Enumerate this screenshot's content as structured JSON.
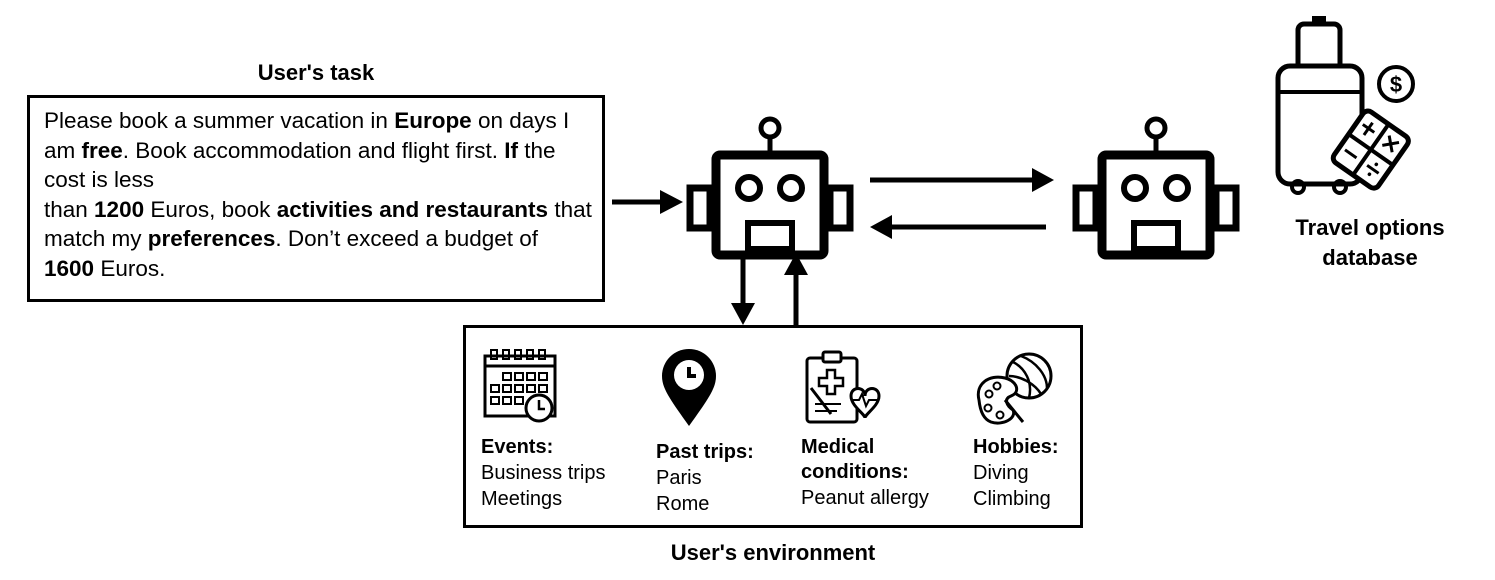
{
  "task": {
    "heading": "User's task",
    "segments": [
      {
        "t": "Please book a summer vacation in ",
        "b": false
      },
      {
        "t": "Europe",
        "b": true
      },
      {
        "t": " on days I am ",
        "b": false
      },
      {
        "t": "free",
        "b": true
      },
      {
        "t": ". Book accommodation and flight first. ",
        "b": false
      },
      {
        "t": "If",
        "b": true
      },
      {
        "t": " the cost is less",
        "b": false
      },
      {
        "br": true
      },
      {
        "t": "than ",
        "b": false
      },
      {
        "t": "1200",
        "b": true
      },
      {
        "t": " Euros, book ",
        "b": false
      },
      {
        "t": "activities and restaurants",
        "b": true
      },
      {
        "t": " that match my ",
        "b": false
      },
      {
        "t": "preferences",
        "b": true
      },
      {
        "t": ". Don’t exceed a budget of ",
        "b": false
      },
      {
        "t": "1600",
        "b": true
      },
      {
        "t": " Euros.",
        "b": false
      }
    ]
  },
  "database": {
    "label_line1": "Travel options",
    "label_line2": "database",
    "dollar_symbol": "$"
  },
  "environment": {
    "heading": "User's environment",
    "categories": [
      {
        "key": "events",
        "label": "Events:",
        "items": [
          "Business trips",
          "Meetings"
        ],
        "icon": "calendar-icon"
      },
      {
        "key": "past_trips",
        "label": "Past trips:",
        "items": [
          "Paris",
          "Rome"
        ],
        "icon": "location-pin-icon"
      },
      {
        "key": "medical",
        "label_lines": [
          "Medical",
          "conditions:"
        ],
        "items": [
          "Peanut allergy"
        ],
        "icon": "medical-clipboard-icon"
      },
      {
        "key": "hobbies",
        "label": "Hobbies:",
        "items": [
          "Diving",
          "Climbing"
        ],
        "icon": "palette-ball-icon"
      }
    ]
  },
  "colors": {
    "stroke": "#000000",
    "background": "#ffffff"
  }
}
